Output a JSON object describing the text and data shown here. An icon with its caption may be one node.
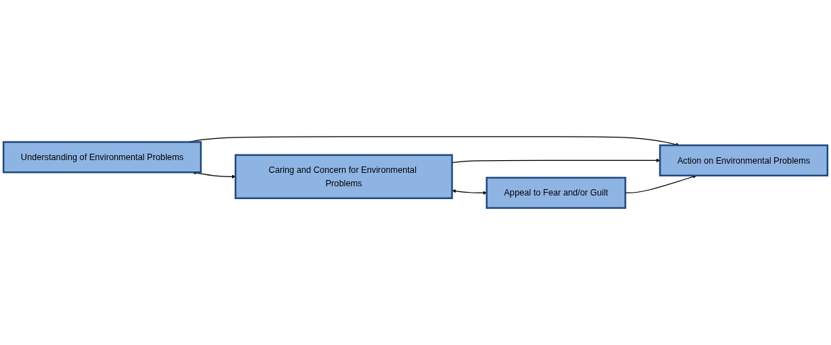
{
  "diagram": {
    "nodes": [
      {
        "text": [
          "Understanding of Environmental Problems"
        ]
      },
      {
        "text": [
          "Caring and Concern for Environmental Problems"
        ]
      },
      {
        "text": [
          "Appeal to Fear and/or Guilt"
        ]
      },
      {
        "text": [
          "Action on Environmental Problems"
        ]
      }
    ],
    "edges": [
      {
        "from": 0,
        "to": 1,
        "arrow": "both"
      },
      {
        "from": 1,
        "to": 2,
        "arrow": "both"
      },
      {
        "from": 0,
        "to": 3,
        "arrow": "to"
      },
      {
        "from": 1,
        "to": 3,
        "arrow": "to"
      },
      {
        "from": 2,
        "to": 3,
        "arrow": "to"
      }
    ]
  }
}
